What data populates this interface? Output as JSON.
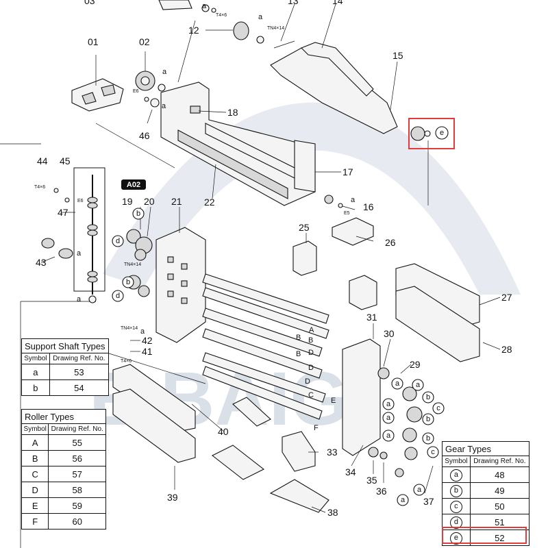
{
  "diagram": {
    "callouts": [
      {
        "id": "p03",
        "text": "03"
      },
      {
        "id": "p13",
        "text": "13"
      },
      {
        "id": "p14",
        "text": "14"
      },
      {
        "id": "p01",
        "text": "01"
      },
      {
        "id": "p02",
        "text": "02"
      },
      {
        "id": "p12",
        "text": "12"
      },
      {
        "id": "p15",
        "text": "15"
      },
      {
        "id": "p18",
        "text": "18"
      },
      {
        "id": "p46",
        "text": "46"
      },
      {
        "id": "p17",
        "text": "17"
      },
      {
        "id": "p22",
        "text": "22"
      },
      {
        "id": "p16",
        "text": "16"
      },
      {
        "id": "p44",
        "text": "44"
      },
      {
        "id": "p45",
        "text": "45"
      },
      {
        "id": "p47",
        "text": "47"
      },
      {
        "id": "p43",
        "text": "43"
      },
      {
        "id": "p19",
        "text": "19"
      },
      {
        "id": "p20",
        "text": "20"
      },
      {
        "id": "p21",
        "text": "21"
      },
      {
        "id": "p25",
        "text": "25"
      },
      {
        "id": "p26",
        "text": "26"
      },
      {
        "id": "p27",
        "text": "27"
      },
      {
        "id": "p28",
        "text": "28"
      },
      {
        "id": "p31",
        "text": "31"
      },
      {
        "id": "p30",
        "text": "30"
      },
      {
        "id": "p29",
        "text": "29"
      },
      {
        "id": "p42",
        "text": "42"
      },
      {
        "id": "p41",
        "text": "41"
      },
      {
        "id": "p40",
        "text": "40"
      },
      {
        "id": "p33",
        "text": "33"
      },
      {
        "id": "p34",
        "text": "34"
      },
      {
        "id": "p35",
        "text": "35"
      },
      {
        "id": "p36",
        "text": "36"
      },
      {
        "id": "p37",
        "text": "37"
      },
      {
        "id": "p39",
        "text": "39"
      },
      {
        "id": "p38",
        "text": "38"
      }
    ],
    "screws": [
      {
        "id": "t4x6a",
        "text": "T4×6"
      },
      {
        "id": "tn4x14a",
        "text": "TN4×14"
      },
      {
        "id": "e6a",
        "text": "E6"
      },
      {
        "id": "e5",
        "text": "E5"
      },
      {
        "id": "t4x6b",
        "text": "T4×6"
      },
      {
        "id": "e6b",
        "text": "E6"
      },
      {
        "id": "tn4x14b",
        "text": "TN4×14"
      },
      {
        "id": "tn4x14c",
        "text": "TN4×14"
      },
      {
        "id": "t4x6c",
        "text": "T4×6"
      }
    ],
    "assembly_tag": "A02",
    "watermark": "E BAIG"
  },
  "support_shaft_table": {
    "title": "Support Shaft Types",
    "headers": [
      "Symbol",
      "Drawing Ref. No."
    ],
    "rows": [
      [
        "a",
        "53"
      ],
      [
        "b",
        "54"
      ]
    ]
  },
  "roller_table": {
    "title": "Roller Types",
    "headers": [
      "Symbol",
      "Drawing Ref. No."
    ],
    "rows": [
      [
        "A",
        "55"
      ],
      [
        "B",
        "56"
      ],
      [
        "C",
        "57"
      ],
      [
        "D",
        "58"
      ],
      [
        "E",
        "59"
      ],
      [
        "F",
        "60"
      ]
    ]
  },
  "gear_table": {
    "title": "Gear Types",
    "headers": [
      "Symbol",
      "Drawing Ref. No."
    ],
    "rows": [
      [
        "a",
        "48"
      ],
      [
        "b",
        "49"
      ],
      [
        "c",
        "50"
      ],
      [
        "d",
        "51"
      ],
      [
        "e",
        "52"
      ]
    ]
  },
  "highlight_color": "#e23b3b"
}
